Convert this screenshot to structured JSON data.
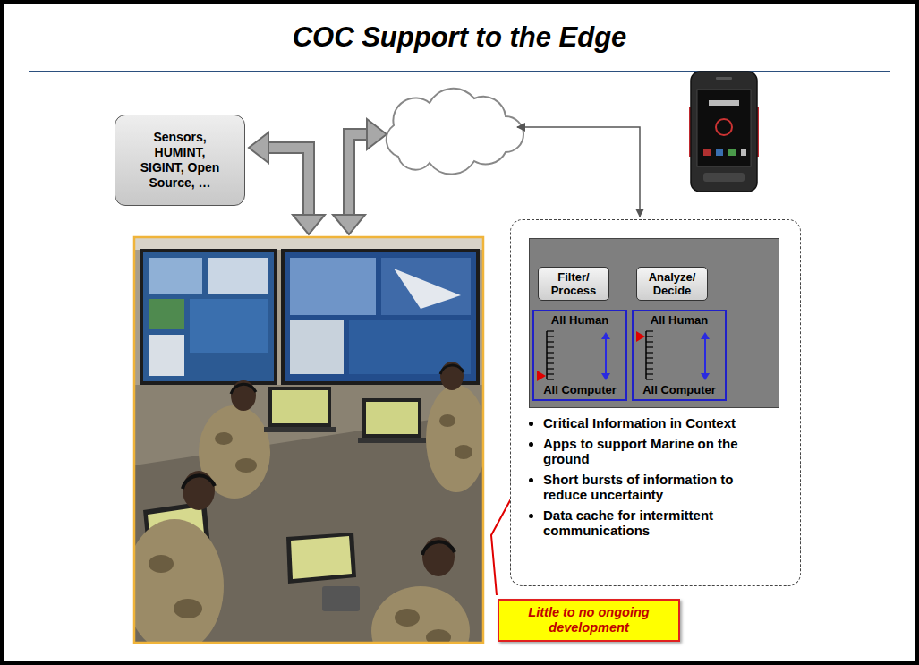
{
  "diagram": {
    "title": "COC Support to the Edge",
    "nodes": [
      {
        "text": [
          "Sensors, HUMINT, SIGINT, Open Source, …"
        ]
      },
      {
        "text": [
          "Critical Information in Context",
          "Apps to support Marine on the ground",
          "Short bursts of information to reduce uncertainty",
          "Data cache for intermittent communications"
        ]
      },
      {
        "text": [
          "Filter/ Process"
        ],
        "in": 1
      },
      {
        "text": [
          "Analyze/ Decide"
        ],
        "in": 1
      },
      {
        "text": [
          "All Human",
          "All Computer"
        ],
        "in": 1
      },
      {
        "text": [
          "All Human",
          "All Computer"
        ],
        "in": 1
      },
      {
        "text": [
          "Little to no ongoing development"
        ]
      }
    ],
    "edges": [
      {
        "from": 2,
        "to": 3,
        "arrow": "to"
      },
      {
        "from": 3,
        "to": 2,
        "arrow": "to"
      }
    ]
  }
}
